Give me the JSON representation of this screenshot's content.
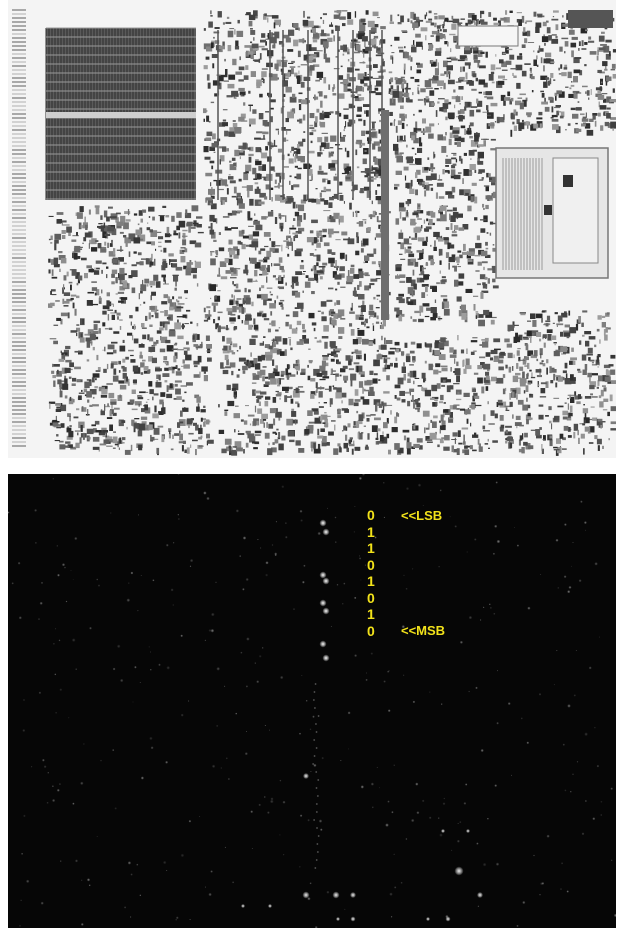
{
  "die_image": {
    "description_icon": "chip-die-micrograph"
  },
  "emission_image": {
    "description_icon": "photon-emission-map"
  },
  "bits": [
    {
      "value": "0",
      "note": "<<LSB"
    },
    {
      "value": "1",
      "note": ""
    },
    {
      "value": "1",
      "note": ""
    },
    {
      "value": "0",
      "note": ""
    },
    {
      "value": "1",
      "note": ""
    },
    {
      "value": "0",
      "note": ""
    },
    {
      "value": "1",
      "note": ""
    },
    {
      "value": "0",
      "note": "<<MSB"
    }
  ],
  "colors": {
    "label": "#f2e21a",
    "emission_bg": "#060606",
    "die_bg": "#f4f4f4"
  }
}
